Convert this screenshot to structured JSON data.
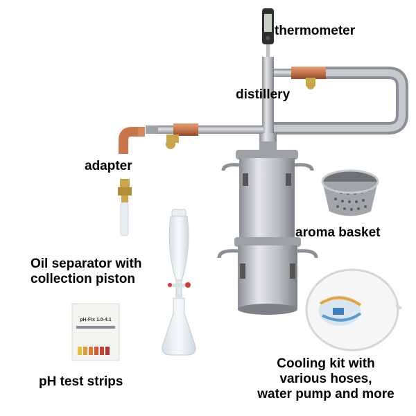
{
  "labels": {
    "thermometer": "thermometer",
    "distillery": "distillery",
    "adapter": "adapter",
    "aroma_basket": "aroma basket",
    "oil_separator": [
      "Oil separator with",
      "collection piston"
    ],
    "ph_strips": "pH test strips",
    "cooling_kit": [
      "Cooling kit with",
      "various hoses,",
      "water pump and more"
    ]
  },
  "packaging_text": {
    "ph_box": "pH-Fix 1.0-4.1"
  },
  "colors": {
    "steel": "#b9bcc0",
    "steel_dark": "#8c9096",
    "copper": "#c8764a",
    "brass": "#c9a64a",
    "glass": "#e8eef2"
  }
}
